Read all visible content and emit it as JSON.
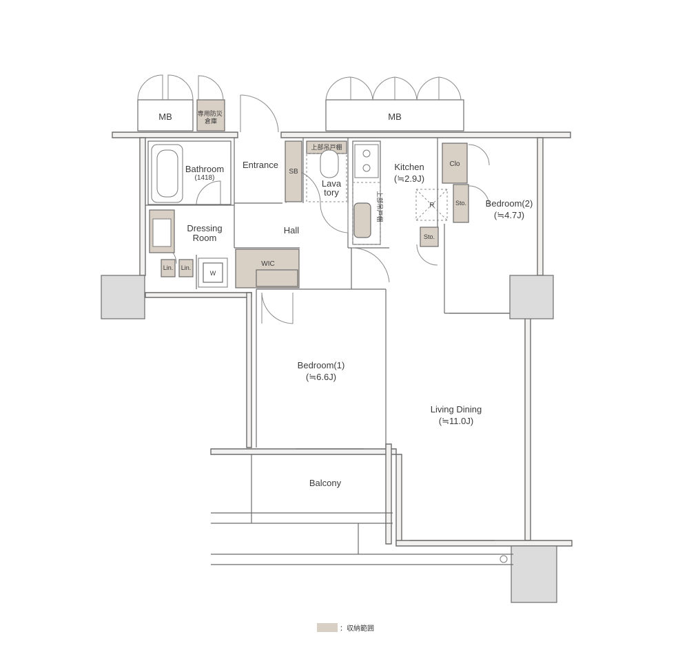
{
  "plan": {
    "rooms": {
      "mb_left": "MB",
      "disaster_storage": "専用防災\n倉庫",
      "mb_right": "MB",
      "bathroom": "Bathroom",
      "bathroom_size": "(1418)",
      "entrance": "Entrance",
      "sb": "SB",
      "upper_cabinet": "上部吊戸棚",
      "lavatory_line1": "Lava",
      "lavatory_line2": "tory",
      "kitchen": "Kitchen",
      "kitchen_size": "(≒2.9J)",
      "clo": "Clo",
      "sto_1": "Sto.",
      "bedroom2": "Bedroom(2)",
      "bedroom2_size": "(≒4.7J)",
      "r_mark": "R",
      "sto_2": "Sto.",
      "dressing_line1": "Dressing",
      "dressing_line2": "Room",
      "hall": "Hall",
      "lin_1": "Lin.",
      "lin_2": "Lin.",
      "w_mark": "W",
      "wic": "WIC",
      "bedroom1": "Bedroom(1)",
      "bedroom1_size": "(≒6.6J)",
      "living_dining": "Living Dining",
      "living_dining_size": "(≒11.0J)",
      "balcony": "Balcony",
      "kitchen_cabinet_vertical": "上部吊戸棚"
    },
    "legend": {
      "label": "：収納範囲"
    },
    "colors": {
      "storage": "#d8cfc5",
      "wall": "#6b6b6b",
      "pillar": "#dcdcdc"
    }
  }
}
